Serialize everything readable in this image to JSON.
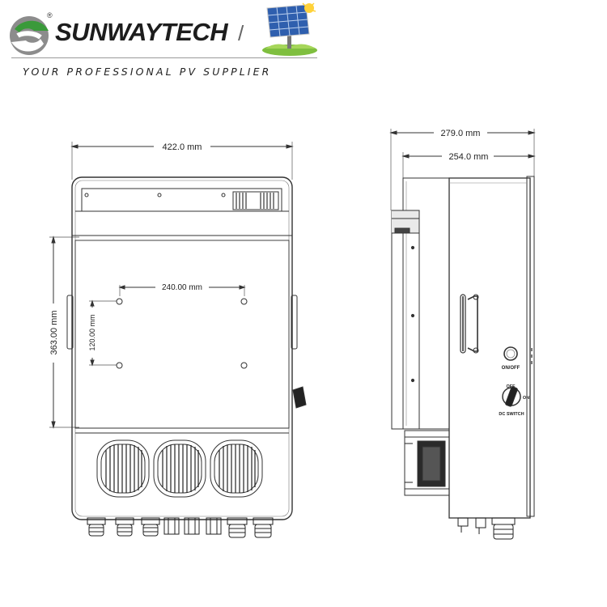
{
  "brand": {
    "name": "SUNWAYTECH",
    "registered_mark": "®",
    "slogan": "YOUR PROFESSIONAL PV SUPPLIER",
    "colors": {
      "logo_green": "#3a9a3a",
      "logo_gray": "#8c8c8c",
      "text_dark": "#1d1d1d"
    },
    "logo_icon": "sunwaytech-logo-icon",
    "emblem_icon": "solar-panel-icon"
  },
  "front_view": {
    "width_label": "422.0 mm",
    "height_label": "363.00 mm",
    "hole_spacing_h_label": "240.00 mm",
    "hole_spacing_v_label": "120.00 mm"
  },
  "side_view": {
    "overall_depth_label": "279.0 mm",
    "body_depth_label": "254.0 mm",
    "onoff_label": "ON/OFF",
    "dc_switch_off": "OFF",
    "dc_switch_on": "ON",
    "dc_switch_label": "DC SWITCH"
  }
}
